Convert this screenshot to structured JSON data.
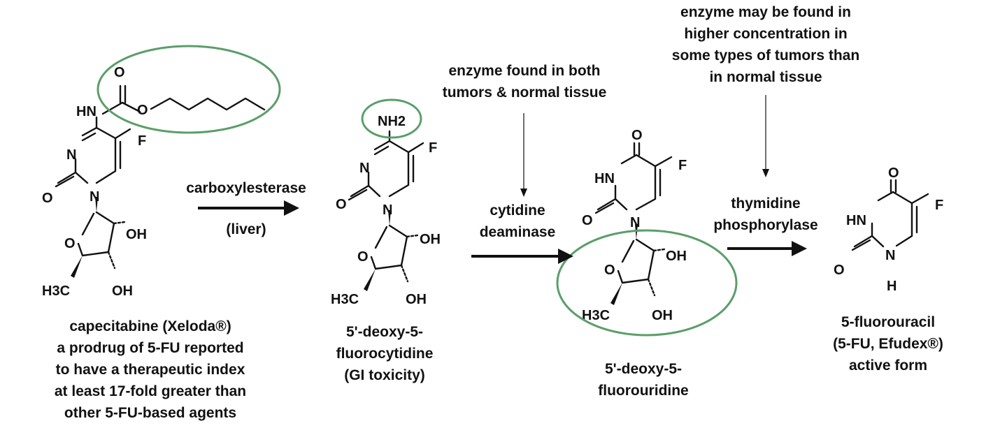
{
  "steps": [
    {
      "molecule": {
        "caption": [
          "capecitabine (Xeloda®)",
          "a prodrug of 5-FU reported",
          "to have a therapeutic index",
          "at least 17-fold greater than",
          "other 5-FU-based agents"
        ]
      }
    },
    {
      "enzyme": [
        "carboxylesterase"
      ],
      "location": "(liver)",
      "molecule": {
        "caption": [
          "5'-deoxy-5-",
          "fluorocytidine",
          "(GI toxicity)"
        ]
      }
    },
    {
      "enzyme": [
        "cytidine",
        "deaminase"
      ],
      "note": [
        "enzyme found in both",
        "tumors & normal tissue"
      ],
      "molecule": {
        "caption": [
          "5'-deoxy-5-",
          "fluorouridine"
        ]
      }
    },
    {
      "enzyme": [
        "thymidine",
        "phosphorylase"
      ],
      "note": [
        "enzyme may be found in",
        "higher concentration in",
        "some types of tumors than",
        "in normal tissue"
      ],
      "molecule": {
        "caption": [
          "5-fluorouracil",
          "(5-FU, Efudex®)",
          "active form"
        ]
      }
    }
  ],
  "atoms": {
    "O": "O",
    "N": "N",
    "F": "F",
    "HN": "HN",
    "NH": "NH",
    "H": "H",
    "OH": "OH",
    "NH2": "NH2",
    "H3C": "H3C"
  },
  "highlight_color": "#5a9e6a"
}
